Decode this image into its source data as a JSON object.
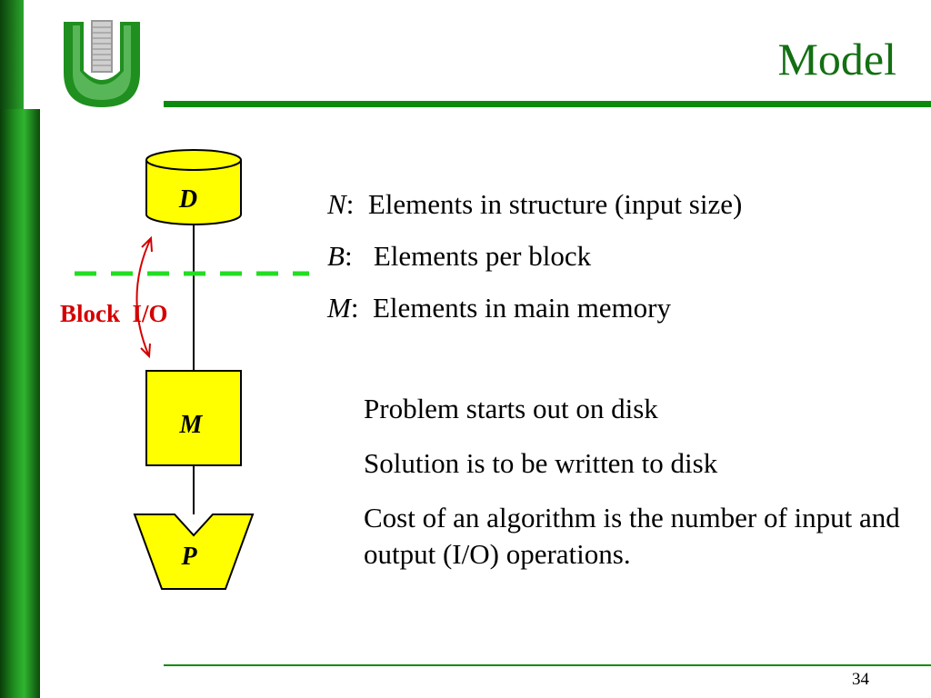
{
  "title": "Model",
  "page_number": "34",
  "diagram": {
    "disk_label": "D",
    "memory_label": "M",
    "processor_label": "P",
    "block_io_label": "Block  I/O",
    "colors": {
      "node_fill": "#ffff00",
      "boundary": "#22dd22",
      "io_arrow": "#d40000"
    }
  },
  "definitions": [
    {
      "symbol": "N",
      "sep": ":  ",
      "text": "Elements in structure (input size)"
    },
    {
      "symbol": "B",
      "sep": ":   ",
      "text": "Elements per block"
    },
    {
      "symbol": "M",
      "sep": ":  ",
      "text": "Elements in main memory"
    }
  ],
  "points": [
    "Problem starts out on disk",
    "Solution is to be written to disk",
    "Cost of an algorithm is the number of input and output (I/O) operations."
  ],
  "theme": {
    "title_color": "#136f13",
    "rule_color": "#0d8a0d",
    "icons": {
      "logo": "university-logo-icon"
    }
  }
}
